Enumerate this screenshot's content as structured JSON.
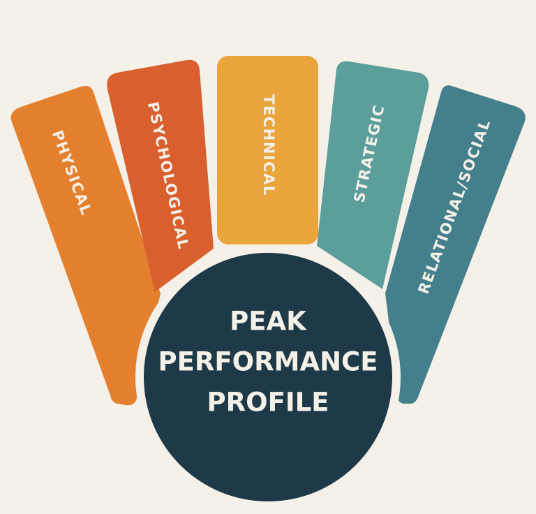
{
  "background": "#f5f1e8",
  "center": {
    "lines": [
      "PEAK",
      "PERFORMANCE",
      "PROFILE"
    ],
    "fill": "#1e3a48",
    "ring": "#f5f1e8"
  },
  "pillars": [
    {
      "label": "PHYSICAL",
      "color": "#e47f2e"
    },
    {
      "label": "PSYCHOLOGICAL",
      "color": "#d95f2f"
    },
    {
      "label": "TECHNICAL",
      "color": "#e9a43b"
    },
    {
      "label": "STRATEGIC",
      "color": "#5c9e9c"
    },
    {
      "label": "RELATIONAL/SOCIAL",
      "color": "#44808c"
    }
  ]
}
